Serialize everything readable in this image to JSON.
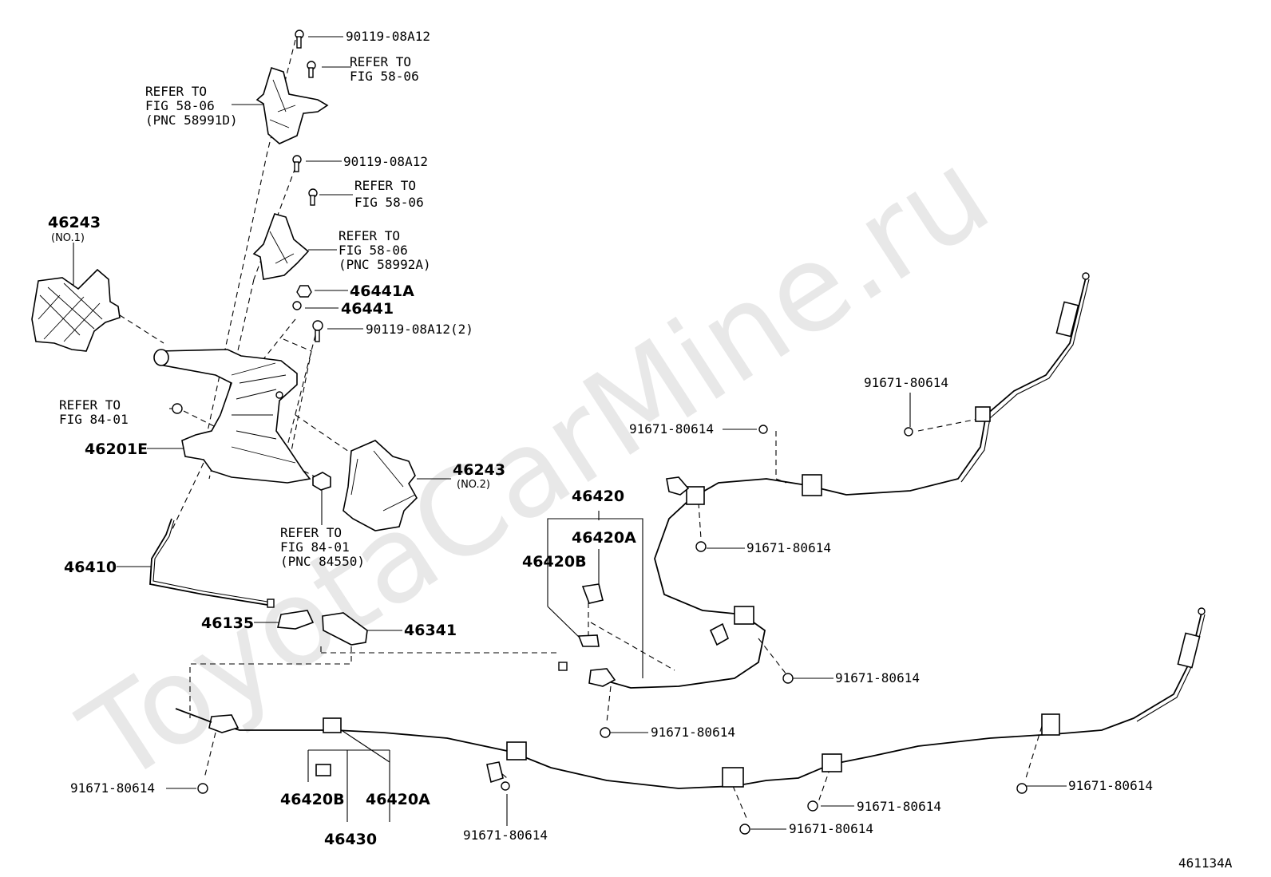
{
  "watermark": "ToyotaCarMine.ru",
  "figure_id": "461134A",
  "labels": {
    "bolt_top_1": "90119-08A12",
    "refer_top_right_1": "REFER TO",
    "refer_top_right_2": "FIG 58-06",
    "refer_left_1": "REFER TO",
    "refer_left_2": "FIG 58-06",
    "refer_left_3": "(PNC 58991D)",
    "bolt_mid_1": "90119-08A12",
    "refer_mid_1": "REFER TO",
    "refer_mid_2": "FIG 58-06",
    "refer_bracket_1": "REFER TO",
    "refer_bracket_2": "FIG 58-06",
    "refer_bracket_3": "(PNC 58992A)",
    "p46441A": "46441A",
    "p46441": "46441",
    "bolt_lever": "90119-08A12(2)",
    "p46243_1": "46243",
    "p46243_1_sub": "(NO.1)",
    "refer_84_1": "REFER TO",
    "refer_84_2": "FIG 84-01",
    "p46201E": "46201E",
    "p46243_2": "46243",
    "p46243_2_sub": "(NO.2)",
    "refer_84b_1": "REFER TO",
    "refer_84b_2": "FIG 84-01",
    "refer_84b_3": "(PNC 84550)",
    "p46410": "46410",
    "p46135": "46135",
    "p46341": "46341",
    "p46420": "46420",
    "p46420A_top": "46420A",
    "p46420B_top": "46420B",
    "c_rt_1": "91671-80614",
    "c_rt_2": "91671-80614",
    "c_rt_3": "91671-80614",
    "c_rt_4": "91671-80614",
    "c_rt_5": "91671-80614",
    "c_bl": "91671-80614",
    "c_b1": "91671-80614",
    "c_b2": "91671-80614",
    "c_b3": "91671-80614",
    "c_b4": "91671-80614",
    "p46420B_bot": "46420B",
    "p46420A_bot": "46420A",
    "p46430": "46430"
  }
}
